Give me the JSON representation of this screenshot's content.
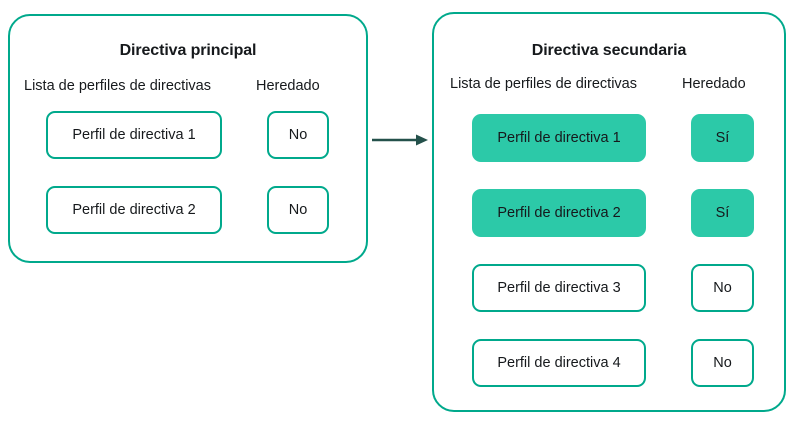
{
  "colors": {
    "accent_border": "#00A98C",
    "accent_fill": "#2CC9A8",
    "arrow": "#24514B",
    "text": "#16191C",
    "background": "#FFFFFF"
  },
  "panels": {
    "primary": {
      "title": "Directiva principal",
      "headers": {
        "profiles": "Lista de perfiles de directivas",
        "inherited": "Heredado"
      },
      "rows": [
        {
          "profile": "Perfil de directiva 1",
          "inherited": "No",
          "highlighted": false
        },
        {
          "profile": "Perfil de directiva 2",
          "inherited": "No",
          "highlighted": false
        }
      ]
    },
    "secondary": {
      "title": "Directiva secundaria",
      "headers": {
        "profiles": "Lista de perfiles de directivas",
        "inherited": "Heredado"
      },
      "rows": [
        {
          "profile": "Perfil de directiva 1",
          "inherited": "Sí",
          "highlighted": true
        },
        {
          "profile": "Perfil de directiva 2",
          "inherited": "Sí",
          "highlighted": true
        },
        {
          "profile": "Perfil de directiva 3",
          "inherited": "No",
          "highlighted": false
        },
        {
          "profile": "Perfil de directiva 4",
          "inherited": "No",
          "highlighted": false
        }
      ]
    }
  },
  "connector": {
    "name": "arrow-right",
    "direction": "primary-to-secondary"
  }
}
